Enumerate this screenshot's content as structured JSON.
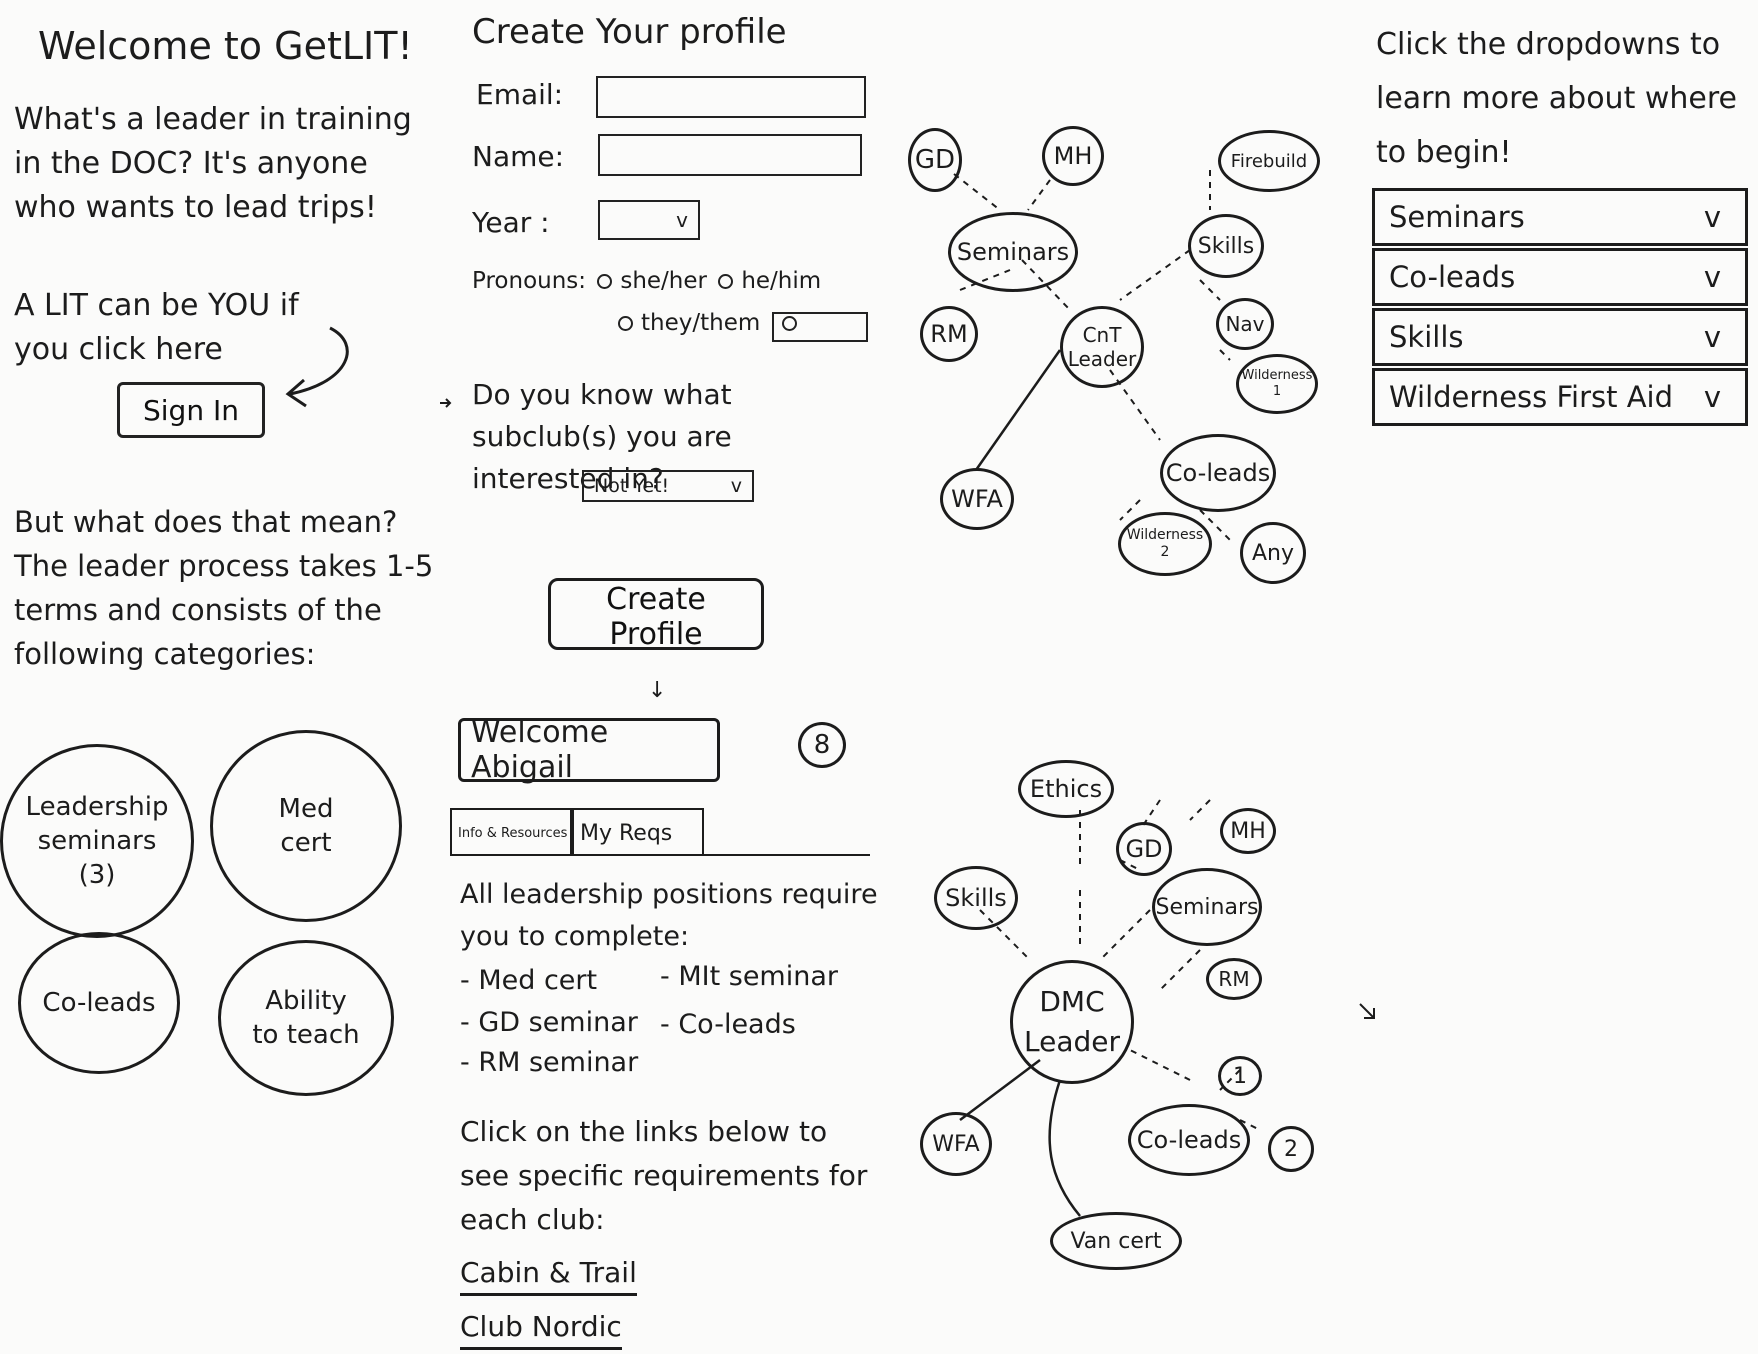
{
  "welcome": {
    "title": "Welcome to GetLIT!",
    "intro": "What's a leader in training in the DOC? It's anyone who wants to lead trips!",
    "cta": "A LIT can be YOU if you click here",
    "sign_in_label": "Sign In",
    "process": "But what does that mean? The leader process takes 1-5 terms and consists of the following categories:",
    "categories": [
      "Leadership\nseminars\n(3)",
      "Med\ncert",
      "Co-leads",
      "Ability\nto teach"
    ]
  },
  "profile": {
    "title": "Create Your profile",
    "email_label": "Email:",
    "name_label": "Name:",
    "year_label": "Year :",
    "year_arrow": "v",
    "pronouns_label": "Pronouns:",
    "pronoun_options": [
      "she/her",
      "he/him",
      "they/them"
    ],
    "subclub_question": "Do you know what subclub(s) you are interested in?",
    "subclub_value": "Not Yet!",
    "subclub_arrow": "v",
    "create_button": "Create Profile",
    "flow_arrow": "↓"
  },
  "dashboard": {
    "welcome": "Welcome Abigail",
    "avatar": "8",
    "tabs": [
      "Info & Resources",
      "My Reqs"
    ],
    "requirements_intro": "All leadership positions require you to complete:",
    "requirements": [
      "- Med cert",
      "- MIt seminar",
      "- GD seminar",
      "- Co-leads",
      "- RM seminar"
    ],
    "links_intro": "Click on the links below to see specific requirements for each club:",
    "links": [
      "Cabin & Trail",
      "Club Nordic"
    ]
  },
  "cnt_diagram": {
    "center": "CnT\nLeader",
    "nodes": [
      "GD",
      "MH",
      "Firebuild",
      "Seminars",
      "Skills",
      "RM",
      "Nav",
      "Wilderness\n1",
      "WFA",
      "Co-leads",
      "Wilderness\n2",
      "Any"
    ]
  },
  "dmc_diagram": {
    "center": "DMC\nLeader",
    "nodes": [
      "Ethics",
      "GD",
      "MH",
      "Skills",
      "Seminars",
      "RM",
      "1",
      "WFA",
      "Co-leads",
      "2",
      "Van cert"
    ]
  },
  "dropdowns": {
    "intro": "Click the dropdowns to learn more about where to begin!",
    "items": [
      {
        "label": "Seminars",
        "arrow": "v"
      },
      {
        "label": "Co-leads",
        "arrow": "v"
      },
      {
        "label": "Skills",
        "arrow": "v"
      },
      {
        "label": "Wilderness First Aid",
        "arrow": "v"
      }
    ]
  }
}
